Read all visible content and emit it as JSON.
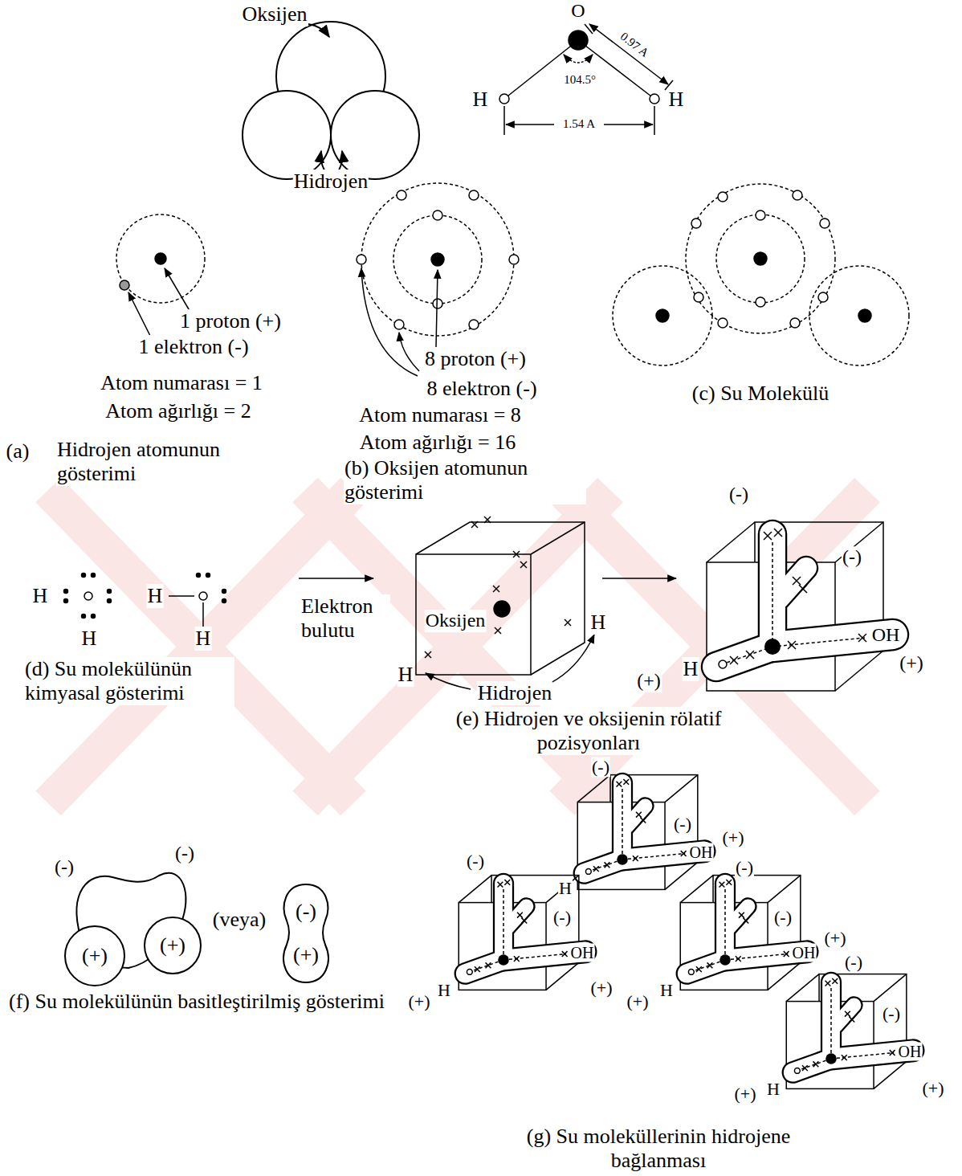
{
  "diagram": {
    "nodes": [
      {
        "text": [
          "(+)"
        ]
      },
      {
        "text": [
          "(+)"
        ]
      },
      {
        "text": [
          "(-)",
          "(+)"
        ]
      }
    ],
    "labels": [
      "Oksijen",
      "Hidrojen",
      "O",
      "0.97 A",
      "104.5°",
      "H",
      "H",
      "1.54 A",
      "1 proton (+)",
      "1 elektron (-)",
      "Atom numarası = 1",
      "Atom ağırlığı = 2",
      "(a)",
      "Hidrojen atomunun gösterimi",
      "8 proton (+)",
      "8 elektron (-)",
      "Atom numarası = 8",
      "Atom ağırlığı = 16",
      "(b) Oksijen atomunun gösterimi",
      "(c) Su Molekülü",
      "H",
      "H",
      "H",
      "H",
      "Elektron bulutu",
      "Oksijen",
      "H",
      "H",
      "Hidrojen",
      "(d) Su molekülünün kimyasal gösterimi",
      "(e) Hidrojen ve oksijenin rölatif pozisyonları",
      "(-)",
      "(-)",
      "OH",
      "H",
      "(+)",
      "(+)",
      "(-)",
      "(-)",
      "(veya)",
      "(f) Su molekülünün basitleştirilmiş gösterimi",
      "(-)",
      "(-)",
      "OH",
      "H",
      "(+)",
      "(-)",
      "(-)",
      "OH",
      "H",
      "(+)",
      "(+)",
      "(-)",
      "(-)",
      "OH",
      "H",
      "(+)",
      "(+)",
      "(-)",
      "(-)",
      "OH",
      "H",
      "(+)",
      "(+)",
      "(g) Su moleküllerinin hidrojene bağlanması"
    ]
  }
}
